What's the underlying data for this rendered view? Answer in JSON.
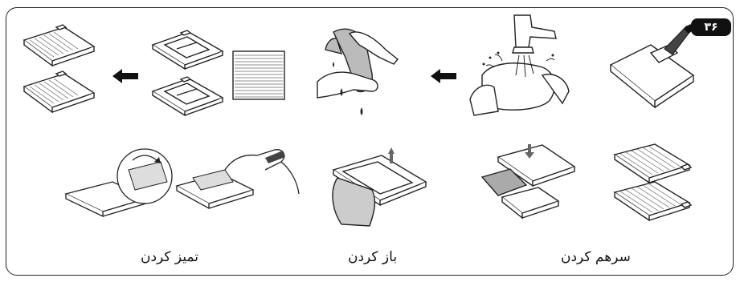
{
  "page_number": "۳۶",
  "captions": {
    "assemble": "سرهم کردن",
    "open": "باز کردن",
    "clean": "تمیز کردن"
  },
  "icons": {
    "arrow_left_1": "arrow-left-icon",
    "arrow_left_2": "arrow-left-icon"
  }
}
